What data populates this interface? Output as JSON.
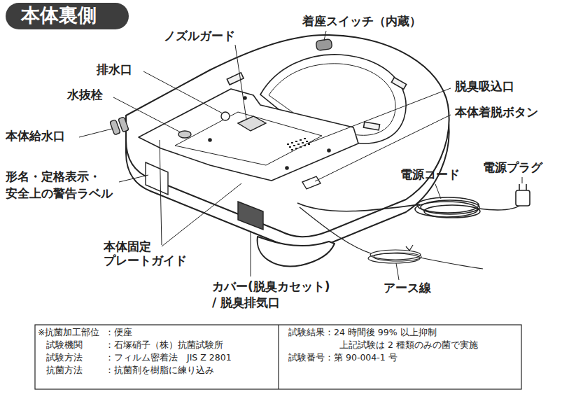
{
  "diagram": {
    "title": "本体裏側",
    "labels": [
      "着座スイッチ（内蔵）",
      "ノズルガード",
      "排水口",
      "脱臭吸込口",
      "水抜栓",
      "本体着脱ボタン",
      "本体給水口",
      "電源プラグ",
      "電源コード",
      "形名・定格表示・ 安全上の警告ラベル",
      "本体固定 プレートガイド",
      "カバー(脱臭カセット) / 脱臭排気口",
      "アース線",
      "※抗菌加工部位",
      "：便座",
      "試験結果：24 時間後 99% 以上抑制",
      "試験機関",
      "：石塚硝子（株）抗菌試験所",
      "上記試験は 2 種類のみの菌で実施",
      "試験方法",
      "：フィルム密着法　JIS Z 2801",
      "試験番号：第 90-004-1 号",
      "抗菌方法",
      "：抗菌剤を樹脂に練り込み"
    ]
  }
}
